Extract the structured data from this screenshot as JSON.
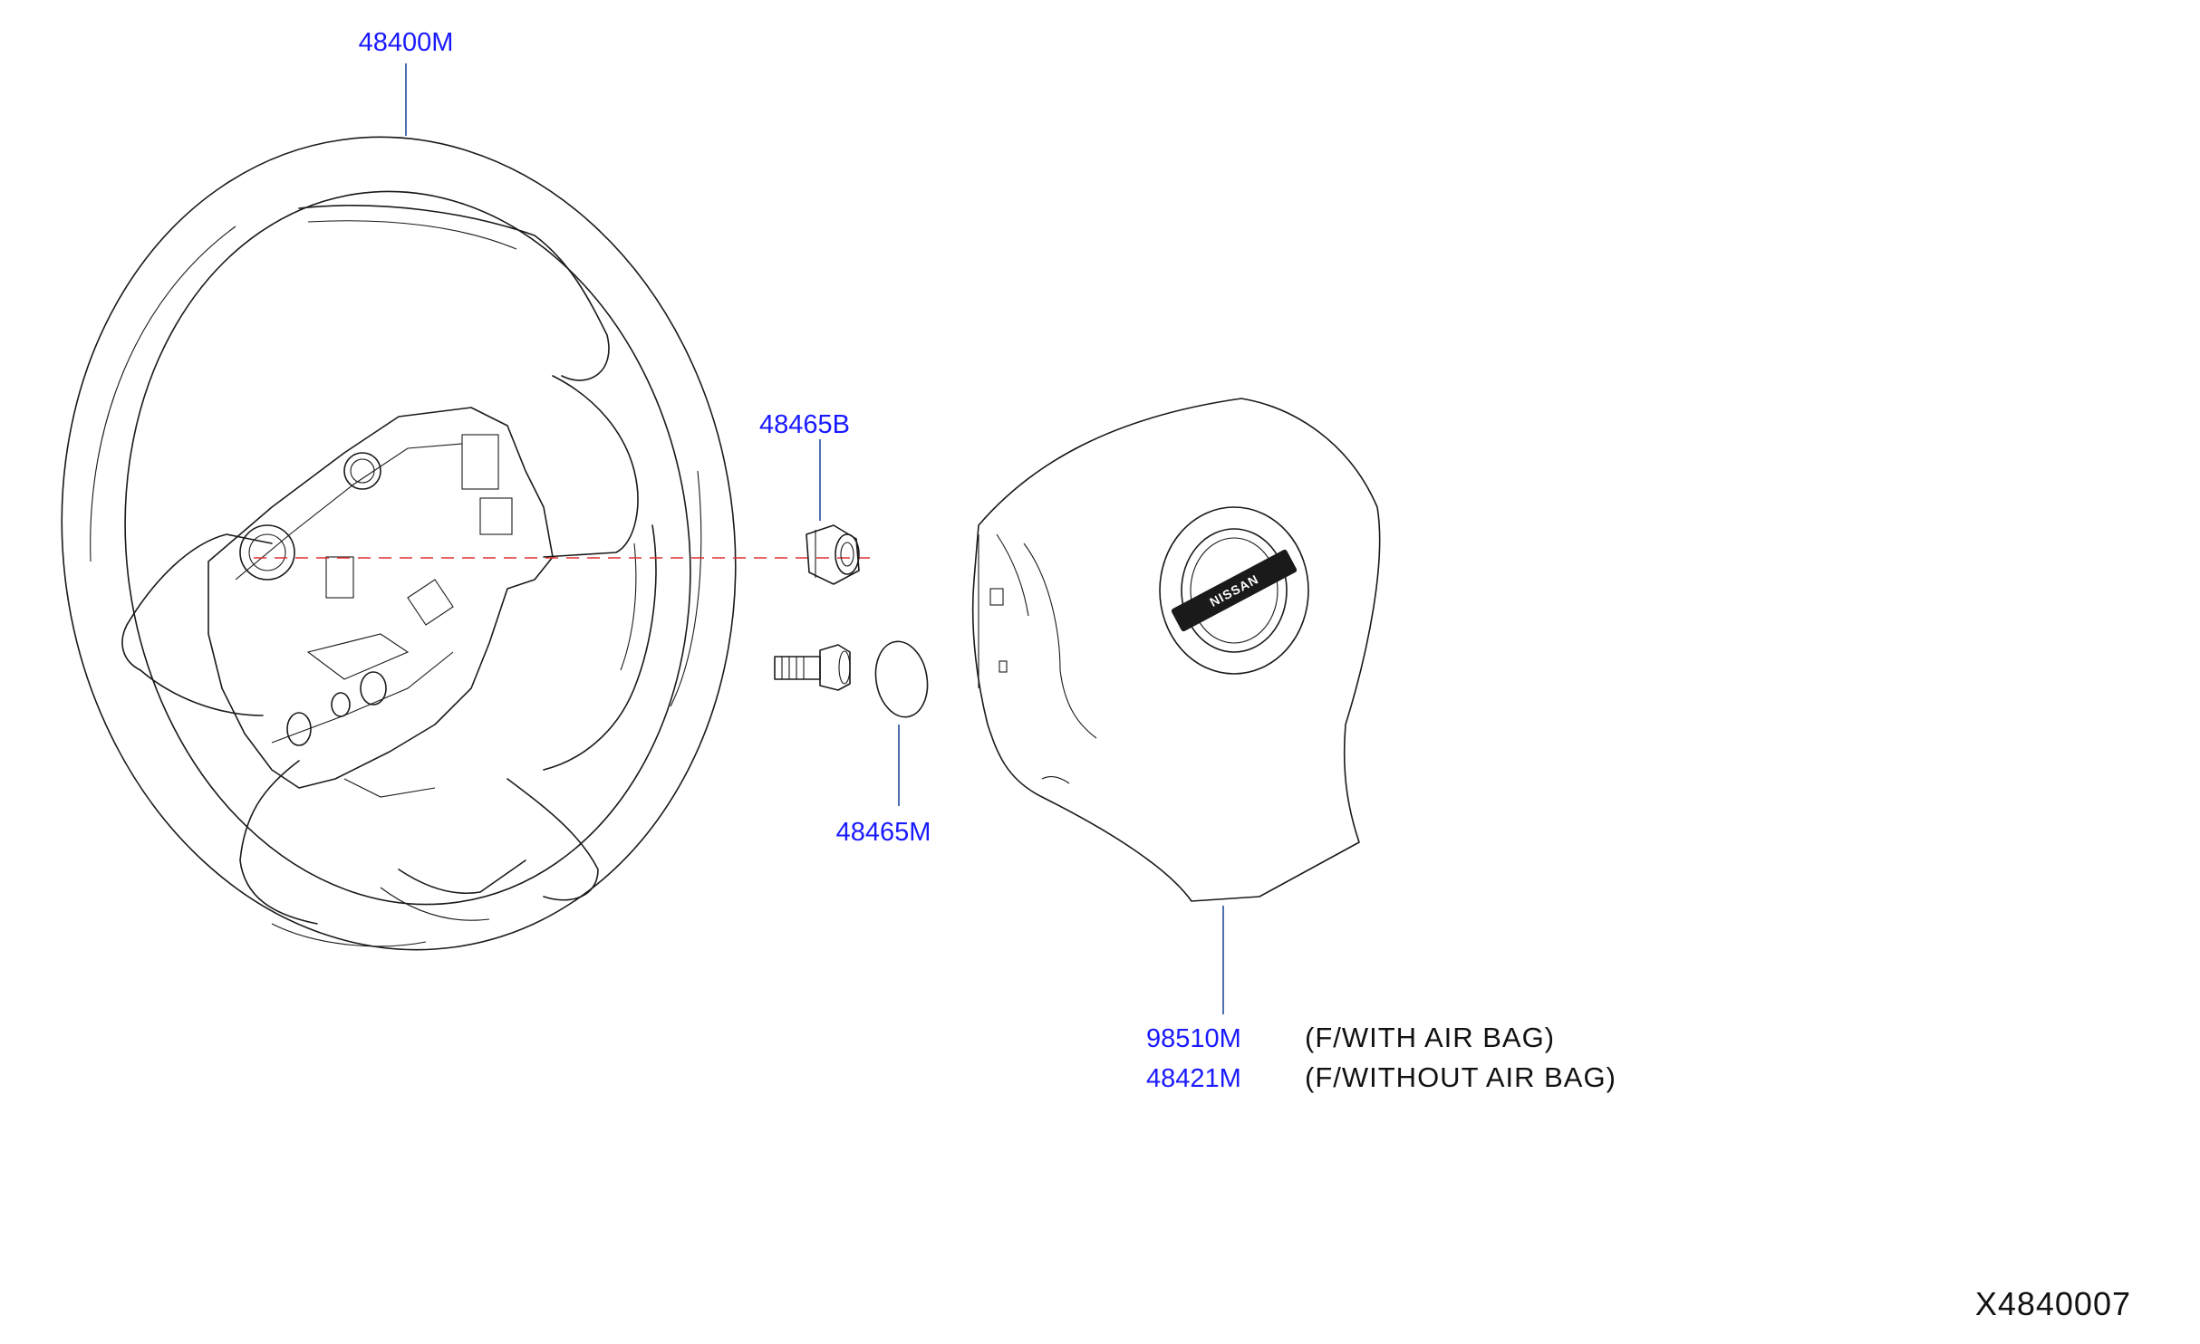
{
  "parts": {
    "steering_wheel": "48400M",
    "nut": "48465B",
    "cap": "48465M",
    "airbag_module": "98510M",
    "pad": "48421M"
  },
  "notes": {
    "with_air_bag": "(F/WITH   AIR   BAG)",
    "without_air_bag": "(F/WITHOUT   AIR   BAG)"
  },
  "logo_text": "NISSAN",
  "diagram_code": "X4840007",
  "colors": {
    "part_number": "#1a1aff",
    "leader_line": "#3b5fa8",
    "center_line": "#e03030",
    "drawing": "#1a1a1a"
  }
}
